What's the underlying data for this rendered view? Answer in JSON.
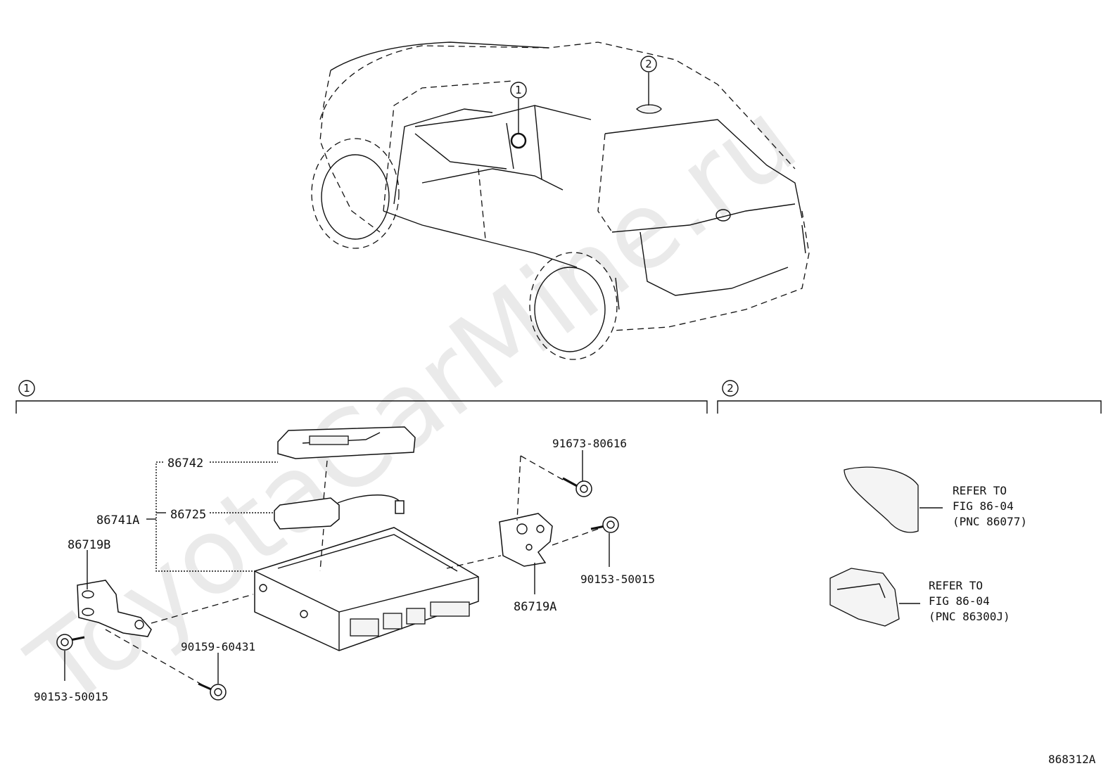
{
  "callouts": {
    "one": "1",
    "two": "2"
  },
  "parts": {
    "p86742": "86742",
    "p86725": "86725",
    "p86741A": "86741A",
    "p86719B": "86719B",
    "p86719A": "86719A",
    "p91673": "91673-80616",
    "p90153_right": "90153-50015",
    "p90159": "90159-60431",
    "p90153_left": "90153-50015"
  },
  "refs": {
    "ref1": {
      "line1": "REFER TO",
      "line2": "FIG 86-04",
      "line3": "(PNC 86077)"
    },
    "ref2": {
      "line1": "REFER TO",
      "line2": "FIG 86-04",
      "line3": "(PNC 86300J)"
    }
  },
  "figure_code": "868312A",
  "watermark": "ToyotaCarMine.ru"
}
